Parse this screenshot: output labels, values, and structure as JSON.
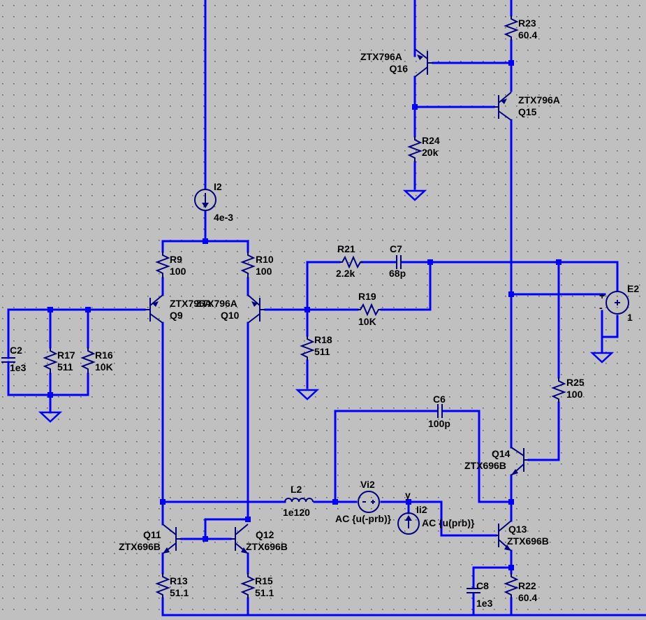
{
  "components": [
    {
      "ref": "I2",
      "value": "4e-3"
    },
    {
      "ref": "R9",
      "value": "100"
    },
    {
      "ref": "R10",
      "value": "100"
    },
    {
      "ref": "Q9",
      "value": "ZTX796A"
    },
    {
      "ref": "Q10",
      "value": "ZTX796A"
    },
    {
      "ref": "C2",
      "value": "1e3"
    },
    {
      "ref": "R17",
      "value": "511"
    },
    {
      "ref": "R16",
      "value": "10K"
    },
    {
      "ref": "R21",
      "value": "2.2k"
    },
    {
      "ref": "C7",
      "value": "68p"
    },
    {
      "ref": "R19",
      "value": "10K"
    },
    {
      "ref": "R18",
      "value": "511"
    },
    {
      "ref": "R23",
      "value": "60.4"
    },
    {
      "ref": "Q16",
      "value": "ZTX796A"
    },
    {
      "ref": "Q15",
      "value": "ZTX796A"
    },
    {
      "ref": "R24",
      "value": "20k"
    },
    {
      "ref": "E2",
      "value": "1"
    },
    {
      "ref": "R25",
      "value": "100"
    },
    {
      "ref": "C6",
      "value": "100p"
    },
    {
      "ref": "Q14",
      "value": "ZTX696B"
    },
    {
      "ref": "L2",
      "value": "1e120"
    },
    {
      "ref": "Vi2",
      "value": "AC {u(-prb)}"
    },
    {
      "ref": "Ii2",
      "value": "AC {u(prb)}"
    },
    {
      "ref": "Q11",
      "value": "ZTX696B"
    },
    {
      "ref": "Q12",
      "value": "ZTX696B"
    },
    {
      "ref": "Q13",
      "value": "ZTX696B"
    },
    {
      "ref": "R13",
      "value": "51.1"
    },
    {
      "ref": "R15",
      "value": "51.1"
    },
    {
      "ref": "C8",
      "value": "1e3"
    },
    {
      "ref": "R22",
      "value": "60.4"
    }
  ],
  "net_labels": [
    "y"
  ],
  "colors": {
    "background": "#c0c0c0",
    "wire": "#0000ff",
    "symbol": "#000080",
    "text": "#000000"
  }
}
